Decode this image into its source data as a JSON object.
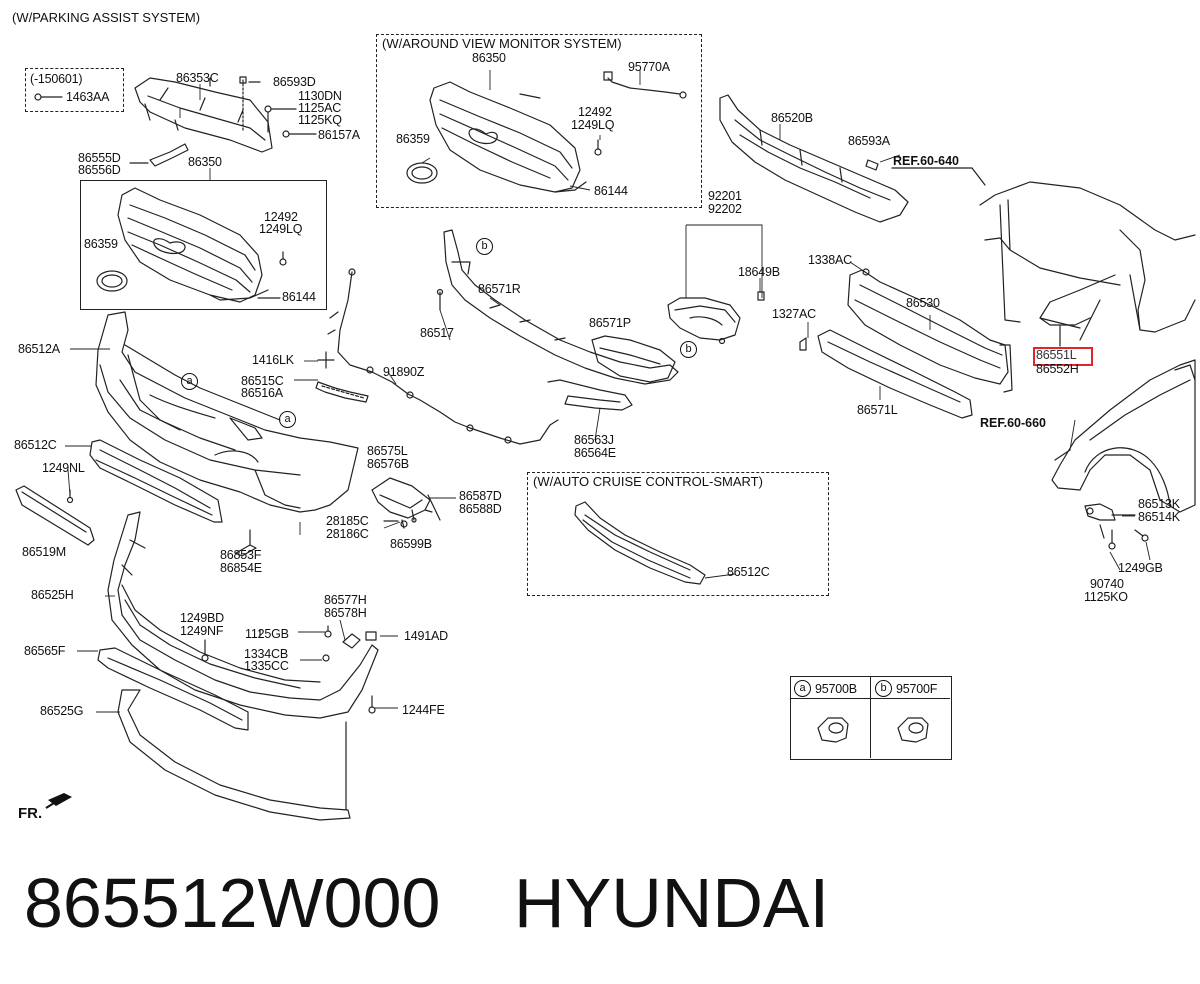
{
  "header": {
    "system_note": "(W/PARKING ASSIST SYSTEM)"
  },
  "boxes": {
    "around_view": "(W/AROUND VIEW MONITOR SYSTEM)",
    "auto_cruise": "(W/AUTO CRUISE CONTROL-SMART)",
    "date_note": "(-150601)"
  },
  "refs": {
    "ref640": "REF.60-640",
    "ref660": "REF.60-660"
  },
  "highlight_part": "86551L",
  "legend": {
    "a_letter": "a",
    "a_part": "95700B",
    "b_letter": "b",
    "b_part": "95700F"
  },
  "callouts": {
    "a": "a",
    "b": "b"
  },
  "labels": {
    "p1463AA": "1463AA",
    "p86353C": "86353C",
    "p86593D": "86593D",
    "p1130DN": "1130DN",
    "p1125AC": "1125AC",
    "p1125KQ": "1125KQ",
    "p86157A": "86157A",
    "p86555D": "86555D",
    "p86556D": "86556D",
    "p86350a": "86350",
    "p12492a": "12492",
    "p1249LQa": "1249LQ",
    "p86359a": "86359",
    "p86144a": "86144",
    "p86512A": "86512A",
    "p1416LK": "1416LK",
    "p86515C": "86515C",
    "p86516A": "86516A",
    "p91890Z": "91890Z",
    "p86512C": "86512C",
    "p1249NL": "1249NL",
    "p86519M": "86519M",
    "p86853F": "86853F",
    "p86854E": "86854E",
    "p86575L": "86575L",
    "p86576B": "86576B",
    "p86587D": "86587D",
    "p86588D": "86588D",
    "p28185C": "28185C",
    "p28186C": "28186C",
    "p86599B": "86599B",
    "p86525H": "86525H",
    "p1249BD": "1249BD",
    "p1249NF": "1249NF",
    "p86577H": "86577H",
    "p86578H": "86578H",
    "p1125GB": "1125GB",
    "p1491AD": "1491AD",
    "p1334CB": "1334CB",
    "p1335CC": "1335CC",
    "p86565F": "86565F",
    "p86525G": "86525G",
    "p1244FE": "1244FE",
    "p86350b": "86350",
    "p95770A": "95770A",
    "p12492b": "12492",
    "p1249LQb": "1249LQ",
    "p86359b": "86359",
    "p86144b": "86144",
    "p86520B": "86520B",
    "p86593A": "86593A",
    "p92201": "92201",
    "p92202": "92202",
    "p18649B": "18649B",
    "p1338AC": "1338AC",
    "p86530": "86530",
    "p1327AC": "1327AC",
    "p86571L": "86571L",
    "p86571R": "86571R",
    "p86517": "86517",
    "p86571P": "86571P",
    "p86563J": "86563J",
    "p86564E": "86564E",
    "p86512Cb": "86512C",
    "p86552H": "86552H",
    "p86513K": "86513K",
    "p86514K": "86514K",
    "p1249GB": "1249GB",
    "p90740": "90740",
    "p1125KO": "1125KO"
  },
  "fr_label": "FR.",
  "part_number": "865512W000",
  "brand": "HYUNDAI"
}
